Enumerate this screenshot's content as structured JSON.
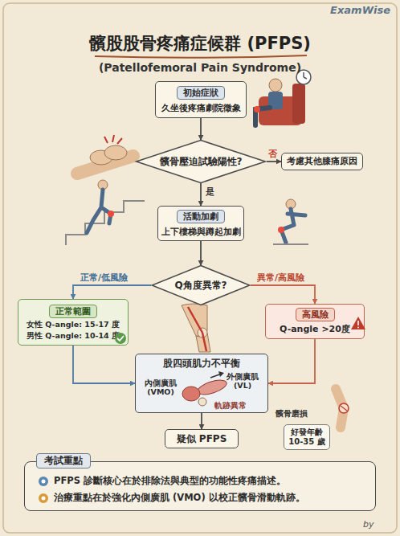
{
  "diagram": {
    "title": "髕股股骨疼痛症候群 (PFPS)",
    "nodes": [
      {
        "text": [
          "初始症狀",
          "久坐後疼痛劇院徵象"
        ]
      },
      {
        "text": [
          "髕骨壓迫試驗陽性?"
        ]
      },
      {
        "text": [
          "考慮其他膝痛原因"
        ]
      },
      {
        "text": [
          "活動加劇",
          "上下樓梯與蹲起加劇"
        ]
      },
      {
        "text": [
          "Q角度異常?"
        ]
      },
      {
        "text": [
          "正常範圍",
          "女性 Q-angle: 15-17 度",
          "男性 Q-angle: 10-14 度"
        ]
      },
      {
        "text": [
          "高風險",
          "Q-angle >20度"
        ]
      },
      {
        "text": [
          "股四頭肌力不平衡",
          "內側廣肌 (VMO)",
          "外側廣肌 (VL)",
          "軌跡異常"
        ]
      },
      {
        "text": [
          "疑似 PFPS"
        ]
      },
      {
        "text": [
          "好發年齡 10-35 歲"
        ]
      },
      {
        "text": [
          "考試重點",
          "PFPS 診斷核心在於排除法與典型的功能性疼痛描述。",
          "治療重點在於強化內側廣肌 (VMO) 以校正髕骨滑動軌跡。"
        ]
      }
    ],
    "edges": [
      {
        "from": 0,
        "to": 1,
        "arrow": "to"
      },
      {
        "from": 1,
        "to": 2,
        "label": "否",
        "arrow": "to"
      },
      {
        "from": 1,
        "to": 3,
        "label": "是",
        "arrow": "to"
      },
      {
        "from": 3,
        "to": 4,
        "arrow": "to"
      },
      {
        "from": 4,
        "to": 5,
        "label": "正常/低風險",
        "arrow": "to"
      },
      {
        "from": 4,
        "to": 6,
        "label": "異常/高風險",
        "arrow": "to"
      },
      {
        "from": 5,
        "to": 7,
        "arrow": "to"
      },
      {
        "from": 6,
        "to": 7,
        "arrow": "to"
      },
      {
        "from": 7,
        "to": 8,
        "arrow": "to"
      }
    ],
    "labels": [
      "ExamWise",
      "(Patellofemoral Pain Syndrome)",
      "髕骨磨損",
      "by"
    ]
  }
}
